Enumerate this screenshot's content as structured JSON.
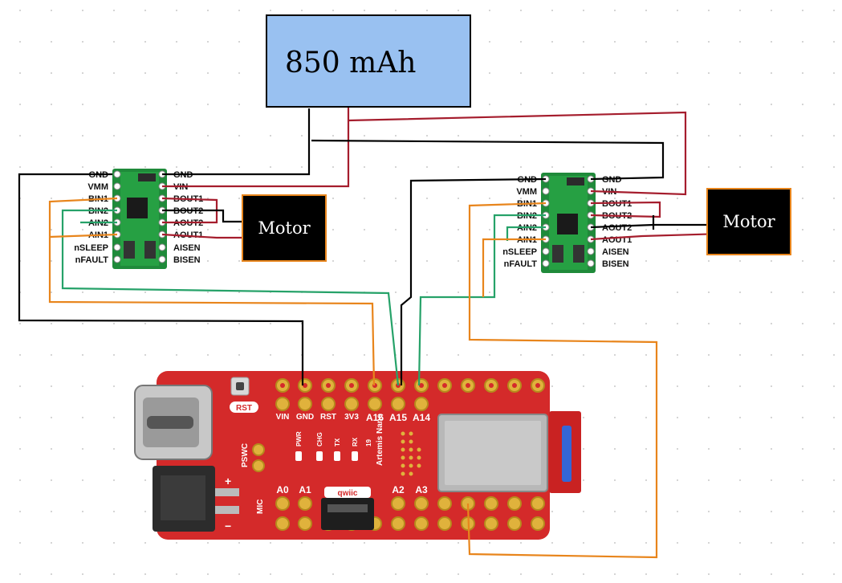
{
  "battery": {
    "label": "850 mAh",
    "color": "#99c1f1"
  },
  "motor_left": {
    "label": "Motor"
  },
  "motor_right": {
    "label": "Motor"
  },
  "driver_left": {
    "left_pins": [
      "GND",
      "VMM",
      "BIN1",
      "BIN2",
      "AIN2",
      "AIN1",
      "nSLEEP",
      "nFAULT"
    ],
    "right_pins": [
      "GND",
      "VIN",
      "BOUT1",
      "BOUT2",
      "AOUT2",
      "AOUT1",
      "AISEN",
      "BISEN"
    ]
  },
  "driver_right": {
    "left_pins": [
      "GND",
      "VMM",
      "BIN1",
      "BIN2",
      "AIN2",
      "AIN1",
      "nSLEEP",
      "nFAULT"
    ],
    "right_pins": [
      "GND",
      "VIN",
      "BOUT1",
      "BOUT2",
      "AOUT2",
      "AOUT1",
      "AISEN",
      "BISEN"
    ]
  },
  "board": {
    "top_labels": [
      "VIN",
      "GND",
      "RST",
      "3V3",
      "A16",
      "A15",
      "A14"
    ],
    "bottom_labels": [
      "A0",
      "A1",
      "A2",
      "A3"
    ],
    "rst_button": "RST",
    "pswc": "PSWC",
    "mic": "MIC",
    "qwiic": "qwiic",
    "leds": [
      "PWR",
      "CHG",
      "TX",
      "RX",
      "19"
    ],
    "name": "Artemis Nano",
    "plus": "+",
    "minus": "−"
  },
  "wire_colors": {
    "power": "#a51d2d",
    "ground": "#000000",
    "signal_orange": "#e8851c",
    "signal_green": "#26a269",
    "board": "#d42a2a"
  }
}
